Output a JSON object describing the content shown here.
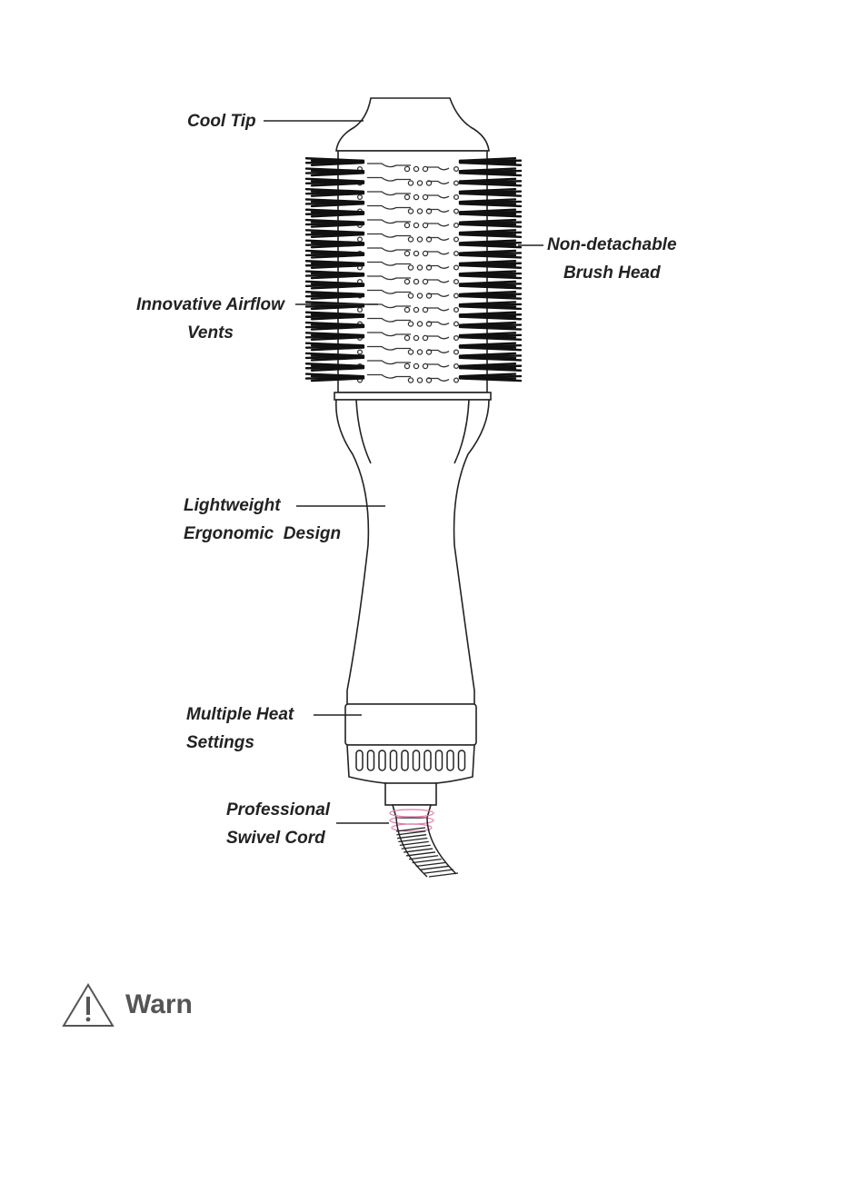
{
  "labels": {
    "cool_tip": "Cool Tip",
    "brush_head_line1": "Non-detachable",
    "brush_head_line2": "Brush Head",
    "airflow_line1": "Innovative Airflow",
    "airflow_line2": "Vents",
    "design_line1": "Lightweight",
    "design_line2": "Ergonomic  Design",
    "heat_line1": "Multiple Heat",
    "heat_line2": "Settings",
    "cord_line1": "Professional",
    "cord_line2": "Swivel Cord"
  },
  "warning": {
    "label": "Warn",
    "icon": "warning-triangle-icon"
  },
  "colors": {
    "outline": "#222222",
    "bristle": "#111111",
    "swivel_accent": "#e07aa8"
  }
}
